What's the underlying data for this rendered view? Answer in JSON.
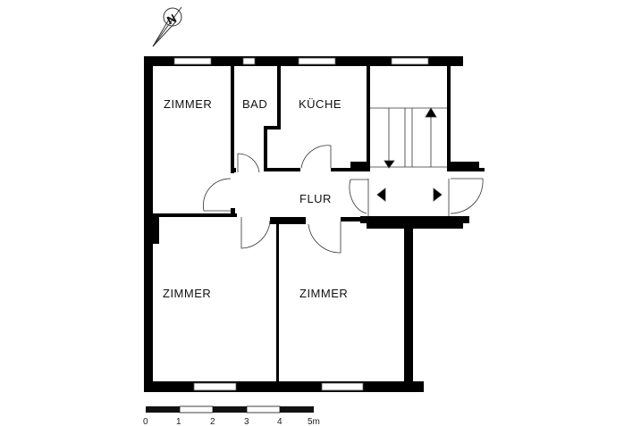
{
  "plan": {
    "rooms": [
      {
        "id": "zimmer-1",
        "label": "ZIMMER"
      },
      {
        "id": "bad",
        "label": "BAD"
      },
      {
        "id": "kueche",
        "label": "KÜCHE"
      },
      {
        "id": "flur",
        "label": "FLUR"
      },
      {
        "id": "zimmer-2",
        "label": "ZIMMER"
      },
      {
        "id": "zimmer-3",
        "label": "ZIMMER"
      }
    ],
    "north_arrow": {
      "label": "N",
      "icon": "north-arrow-icon"
    },
    "colors": {
      "wall": "#000000",
      "window": "#ffffff",
      "door_arc": "#333333",
      "background": "#ffffff"
    }
  },
  "scale_bar": {
    "ticks": [
      "0",
      "1",
      "2",
      "3",
      "4",
      "5m"
    ]
  }
}
